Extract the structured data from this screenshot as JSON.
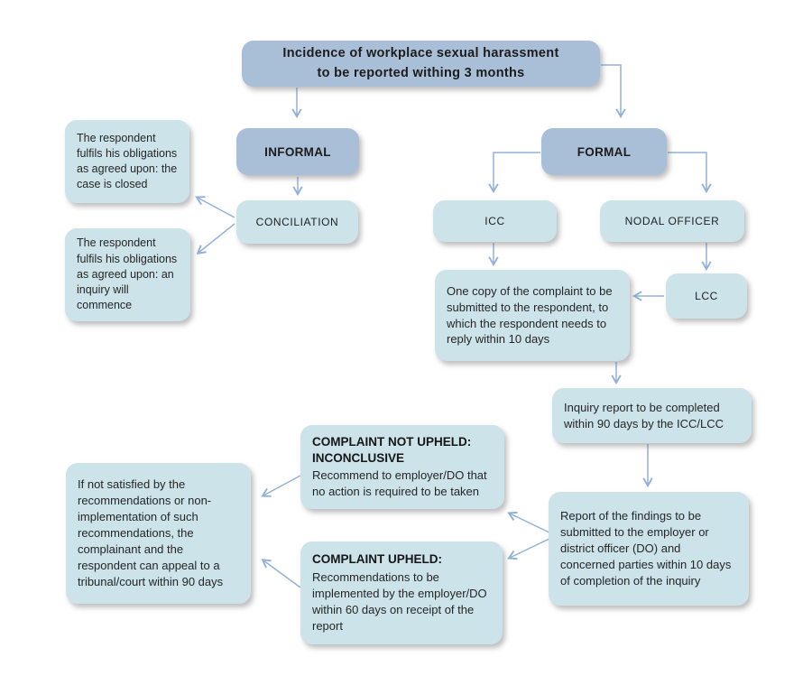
{
  "colors": {
    "primary_fill": "#a9bfd8",
    "secondary_fill": "#cbe3e9",
    "arrow": "#92b1d8",
    "text": "#2a2a2a",
    "background": "#ffffff"
  },
  "flowchart": {
    "title": "Incidence of workplace sexual harassment\nto be reported withing 3 months",
    "nodes": {
      "informal": {
        "label": "INFORMAL"
      },
      "formal": {
        "label": "FORMAL"
      },
      "conciliation": {
        "label": "CONCILIATION"
      },
      "icc": {
        "label": "ICC"
      },
      "nodal_officer": {
        "label": "NODAL OFFICER"
      },
      "lcc": {
        "label": "LCC"
      },
      "case_closed": {
        "text": "The respondent fulfils his obligations as agreed upon: the case is closed"
      },
      "inquiry_commences": {
        "text": "The respondent fulfils his obligations as agreed upon: an inquiry will commence"
      },
      "complaint_copy": {
        "text": "One copy of the complaint to be submitted to the respondent, to which the respondent needs to reply within 10 days"
      },
      "inquiry_report": {
        "text": "Inquiry report to be completed within 90 days by the ICC/LCC"
      },
      "findings_report": {
        "text": "Report of the findings to be submitted to the employer or district officer (DO) and concerned parties within 10 days of completion of the inquiry"
      },
      "complaint_not_upheld": {
        "heading": "COMPLAINT NOT UPHELD: INCONCLUSIVE",
        "body": "Recommend to employer/DO that no action is required to be taken"
      },
      "complaint_upheld": {
        "heading": "COMPLAINT UPHELD:",
        "body": "Recommendations to be implemented by the employer/DO within 60 days on receipt of the report"
      },
      "appeal": {
        "text": "If not satisfied by the recommendations or non-implementation of such recommendations, the complainant and the respondent can appeal to a tribunal/court within 90 days"
      }
    }
  }
}
